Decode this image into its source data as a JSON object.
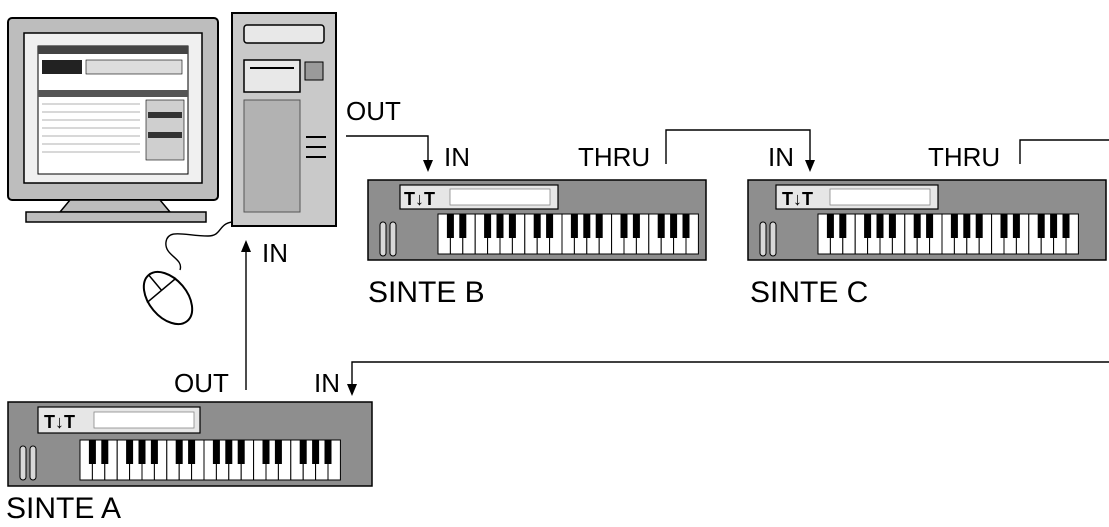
{
  "labels": {
    "out_pc": "OUT",
    "in_b": "IN",
    "thru_b": "THRU",
    "in_c": "IN",
    "thru_c": "THRU",
    "in_pc": "IN",
    "out_a": "OUT",
    "in_a": "IN"
  },
  "synths": {
    "a": {
      "name": "SINTE A",
      "panel": "T↓T"
    },
    "b": {
      "name": "SINTE B",
      "panel": "T↓T"
    },
    "c": {
      "name": "SINTE C",
      "panel": "T↓T"
    }
  },
  "colors": {
    "synth_body": "#8e8e8e",
    "monitor_frame": "#bdbdbd",
    "tower": "#c9c9c9"
  }
}
